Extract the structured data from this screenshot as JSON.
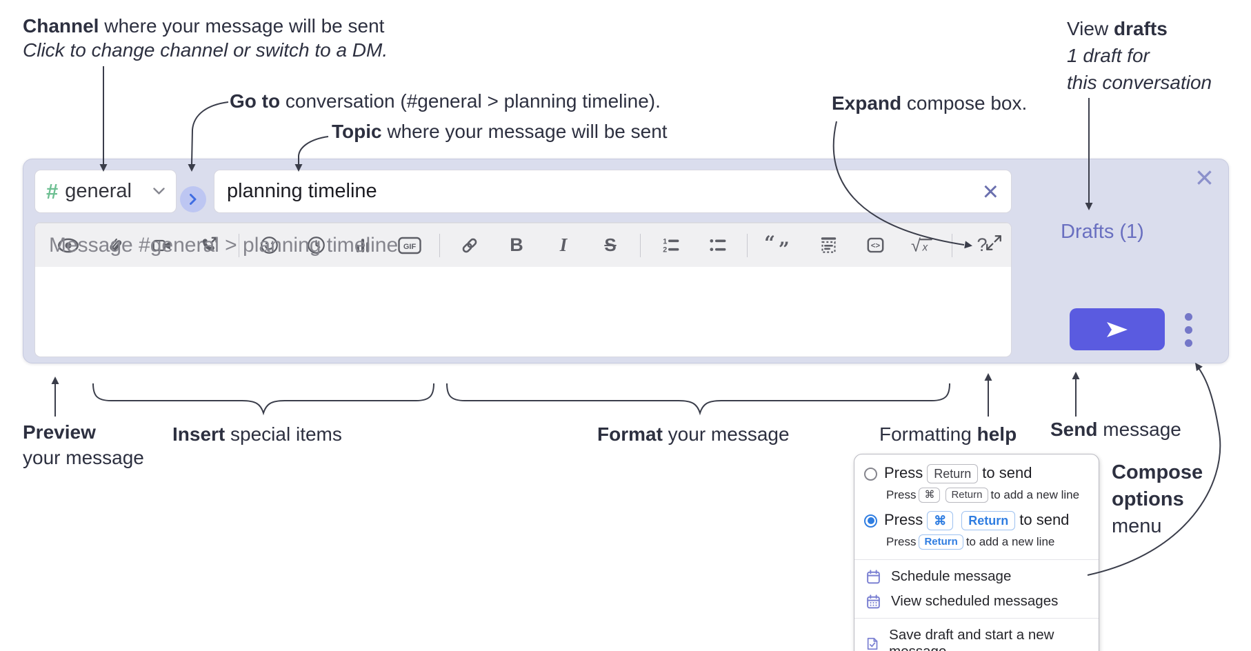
{
  "colors": {
    "accent_indigo": "#5a5be0",
    "link_purple": "#696fc0",
    "hash_green": "#6dbf92",
    "radio_blue": "#2f7de1",
    "panel_bg": "#dadded",
    "annotation_ink": "#2d3040"
  },
  "annotations": {
    "channel": {
      "bold": "Channel",
      "rest": " where your message will be sent",
      "sub": "Click to change channel or switch to a DM."
    },
    "go_to": {
      "bold": "Go to",
      "rest": " conversation (#general > planning timeline)."
    },
    "topic": {
      "bold": "Topic",
      "rest": " where your message will be sent"
    },
    "expand": {
      "bold": "Expand",
      "rest": " compose box."
    },
    "view_drafts": {
      "pre": "View ",
      "bold": "drafts",
      "sub1": "1 draft for",
      "sub2": "this conversation"
    },
    "preview": {
      "bold": "Preview",
      "sub": "your message"
    },
    "insert": {
      "bold": "Insert",
      "rest": " special items"
    },
    "format": {
      "bold": "Format",
      "rest": " your message"
    },
    "formatting_help": {
      "pre": "Formatting ",
      "bold": "help"
    },
    "send": {
      "bold": "Send",
      "rest": " message"
    },
    "compose_options": {
      "line1": "Compose",
      "line2": "options",
      "line3": "menu"
    }
  },
  "composer": {
    "channel": {
      "hash": "#",
      "name": "general"
    },
    "topic_value": "planning timeline",
    "message_placeholder": "Message #general > planning timeline",
    "drafts_link": "Drafts (1)",
    "close_glyph": "×",
    "clear_glyph": "×",
    "toolbar": {
      "glyph_bold": "B",
      "glyph_italic": "I",
      "glyph_strike": "S",
      "glyph_gif": "GIF",
      "glyph_code": "<>",
      "glyph_sqrt": "√",
      "glyph_sqrt_x": "x",
      "glyph_help": "?",
      "ol_1": "1",
      "ol_2": "2",
      "quote_open": "“",
      "quote_close": "”",
      "icons": [
        "preview-eye",
        "attach-paperclip",
        "video-camera",
        "audio-call",
        "emoji",
        "recent-clock",
        "poll-bar-chart",
        "gif",
        "link",
        "bold",
        "italic",
        "strikethrough",
        "ordered-list",
        "bulleted-list",
        "blockquote",
        "quote-block",
        "code-block",
        "formula",
        "help"
      ]
    }
  },
  "compose_menu": {
    "option_return": {
      "selected": false,
      "pre": "Press",
      "key": "Return",
      "post": "to send",
      "sub_pre": "Press",
      "sub_key1": "⌘",
      "sub_key2": "Return",
      "sub_post": "to add a new line"
    },
    "option_cmd_return": {
      "selected": true,
      "pre": "Press",
      "key1": "⌘",
      "key2": "Return",
      "post": "to send",
      "sub_pre": "Press",
      "sub_key": "Return",
      "sub_post": "to add a new line"
    },
    "items": [
      {
        "icon": "calendar-icon",
        "label": "Schedule message"
      },
      {
        "icon": "calendar-grid-icon",
        "label": "View scheduled messages"
      },
      {
        "icon": "save-draft-icon",
        "label": "Save draft and start a new message"
      }
    ]
  }
}
